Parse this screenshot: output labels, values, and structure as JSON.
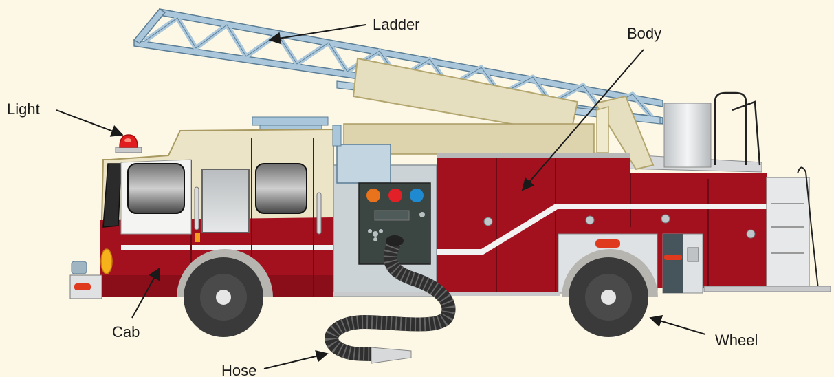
{
  "diagram": {
    "labels": {
      "ladder": "Ladder",
      "body": "Body",
      "light": "Light",
      "cab": "Cab",
      "hose": "Hose",
      "wheel": "Wheel"
    }
  },
  "colors": {
    "background": "#fdf8e6",
    "truck_red": "#a3111f",
    "truck_red_dark": "#7d0c16",
    "cream": "#ece4c6",
    "ladder_blue": "#a9c6db",
    "control_panel": "#3b4542",
    "tire": "#3a3a3a",
    "valve_orange": "#e8731c",
    "valve_red": "#e12127",
    "valve_blue": "#1f8ad0"
  }
}
